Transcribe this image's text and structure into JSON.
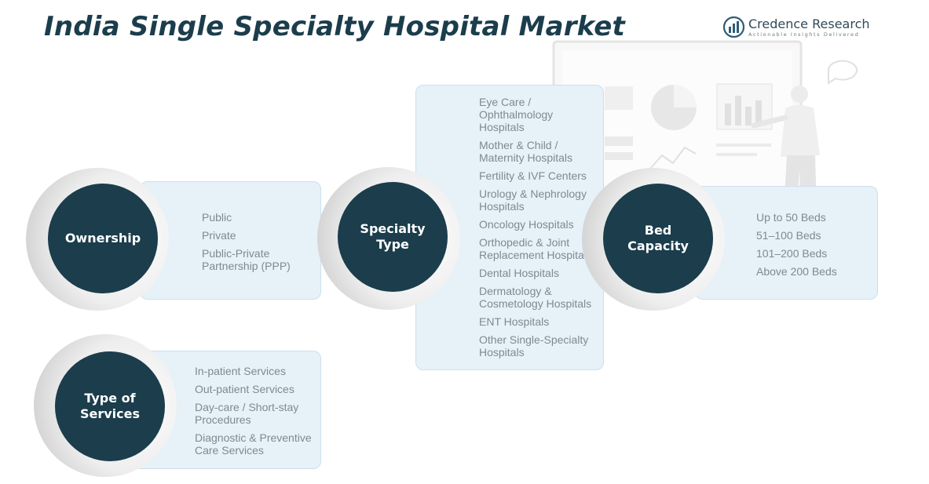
{
  "header": {
    "title": "India Single Specialty Hospital Market",
    "brand_name": "Credence Research",
    "brand_tagline": "Actionable Insights Delivered"
  },
  "colors": {
    "node_fill": "#1b3d4c",
    "box_fill": "#e6f1f8",
    "item_text": "#7e8a92",
    "title_text": "#1b3d4c"
  },
  "segments": {
    "ownership": {
      "label_line1": "Ownership",
      "items": [
        "Public",
        "Private",
        "Public-Private Partnership (PPP)"
      ]
    },
    "specialty": {
      "label_line1": "Specialty",
      "label_line2": "Type",
      "items": [
        "Eye Care / Ophthalmology Hospitals",
        "Mother & Child / Maternity Hospitals",
        "Fertility & IVF Centers",
        "Urology & Nephrology Hospitals",
        "Oncology Hospitals",
        "Orthopedic & Joint Replacement Hospitals",
        "Dental Hospitals",
        "Dermatology & Cosmetology Hospitals",
        "ENT Hospitals",
        "Other Single-Specialty Hospitals"
      ]
    },
    "bed": {
      "label_line1": "Bed",
      "label_line2": "Capacity",
      "items": [
        "Up to 50 Beds",
        "51–100 Beds",
        "101–200 Beds",
        "Above 200 Beds"
      ]
    },
    "services": {
      "label_line1": "Type of",
      "label_line2": "Services",
      "items": [
        "In-patient Services",
        "Out-patient Services",
        "Day-care / Short-stay Procedures",
        "Diagnostic & Preventive Care Services"
      ]
    }
  }
}
